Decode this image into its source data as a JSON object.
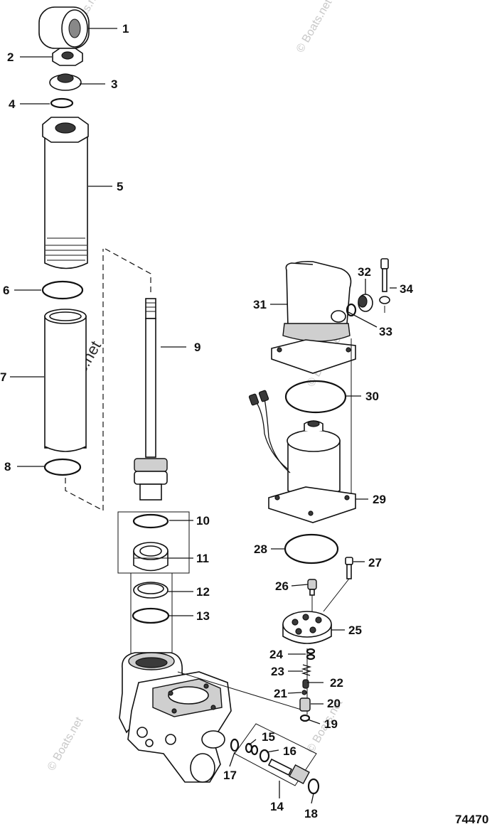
{
  "diagram_id": "74470",
  "watermark": "© Boats.net",
  "callouts": [
    "1",
    "2",
    "3",
    "4",
    "5",
    "6",
    "7",
    "8",
    "9",
    "10",
    "11",
    "12",
    "13",
    "14",
    "15",
    "16",
    "17",
    "18",
    "19",
    "20",
    "21",
    "22",
    "23",
    "24",
    "25",
    "26",
    "27",
    "28",
    "29",
    "30",
    "31",
    "32",
    "33",
    "34"
  ]
}
